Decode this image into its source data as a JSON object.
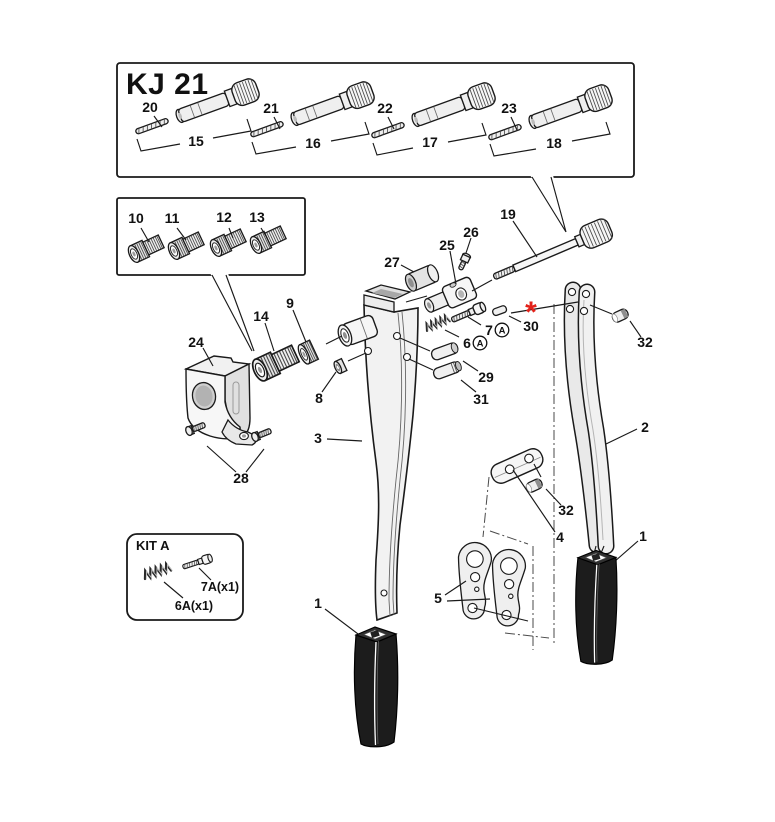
{
  "diagram": {
    "model": "KJ 21",
    "kit_title": "KIT A",
    "star_symbol": "*",
    "colors": {
      "line": "#1a1a1a",
      "accent_red": "#e32119",
      "part_fill": "#efefef",
      "handle_fill": "#1c1c1c"
    }
  },
  "callouts": {
    "c1": "1",
    "c2": "2",
    "c3": "3",
    "c4": "4",
    "c5": "5",
    "c6": "6",
    "c7": "7",
    "c8": "8",
    "c9": "9",
    "c10": "10",
    "c11": "11",
    "c12": "12",
    "c13": "13",
    "c14": "14",
    "c15": "15",
    "c16": "16",
    "c17": "17",
    "c18": "18",
    "c19": "19",
    "c20": "20",
    "c21": "21",
    "c22": "22",
    "c23": "23",
    "c24": "24",
    "c25": "25",
    "c26": "26",
    "c27": "27",
    "c28": "28",
    "c29": "29",
    "c30": "30",
    "c31": "31",
    "c32": "32",
    "variant": "A",
    "kit_spring": "6A(x1)",
    "kit_screw": "7A(x1)"
  }
}
